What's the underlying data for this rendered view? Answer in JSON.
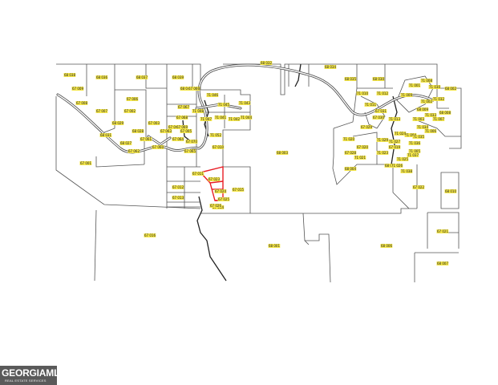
{
  "map": {
    "parcel_labels": [
      "68 038",
      "68 036",
      "68 037",
      "68 039",
      "68 040",
      "68 032",
      "68 034",
      "68 035",
      "68 030",
      "67 001",
      "67 006",
      "67 002",
      "67 003",
      "67 004",
      "67 005",
      "67 007",
      "67 008",
      "67 009",
      "67 010",
      "67 011",
      "67 012",
      "67 013",
      "67 014",
      "67 015",
      "67 016",
      "68 001",
      "68 003",
      "68 004",
      "68 005",
      "68 006",
      "68 007",
      "68 002",
      "68 008",
      "68 009",
      "68 010",
      "67 021",
      "67 022",
      "67 019",
      "67 020",
      "67 028",
      "67 029",
      "67 030",
      "67 031",
      "67 066",
      "67 067",
      "67 068",
      "67 069",
      "67 070",
      "71 001",
      "71 002",
      "71 003",
      "71 004",
      "71 005",
      "71 006",
      "71 007",
      "71 008",
      "71 009",
      "71 010",
      "71 011",
      "71 012",
      "71 013",
      "71 020",
      "71 021",
      "71 023",
      "71 024",
      "71 025",
      "71 026",
      "71 027",
      "71 029",
      "71 041",
      "71 042",
      "71 043",
      "71 044",
      "71 045",
      "71 046",
      "71 047",
      "71 048",
      "71 052",
      "68 027",
      "68 028",
      "68 029",
      "68 031",
      "71 030",
      "71 032",
      "71 033",
      "71 034",
      "71 035",
      "71 036",
      "71 037",
      "71 038",
      "67 060",
      "67 061",
      "67 062",
      "67 063",
      "67 064",
      "67 065",
      "67 023",
      "67 024",
      "67 025",
      "67 026"
    ]
  },
  "logo": {
    "brand": "GEORGIAMLS",
    "tagline": "REAL ESTATE SERVICES"
  }
}
